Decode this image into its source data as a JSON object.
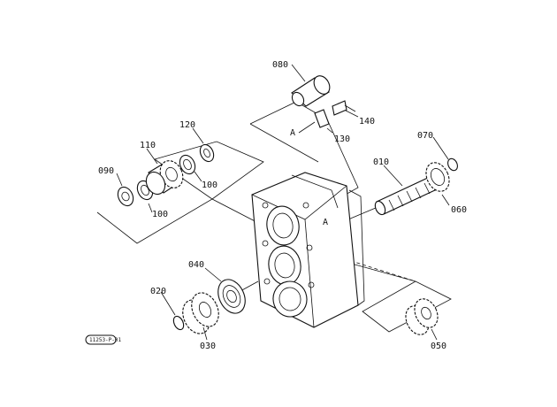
{
  "labels": {
    "p010": "010",
    "p020": "020",
    "p030": "030",
    "p040": "040",
    "p050": "050",
    "p060": "060",
    "p070": "070",
    "p080": "080",
    "p090": "090",
    "p100a": "100",
    "p100b": "100",
    "p110": "110",
    "p120": "120",
    "p130": "130",
    "p140": "140",
    "refA1": "A",
    "refA2": "A"
  },
  "figure_code": "11253-P-01"
}
